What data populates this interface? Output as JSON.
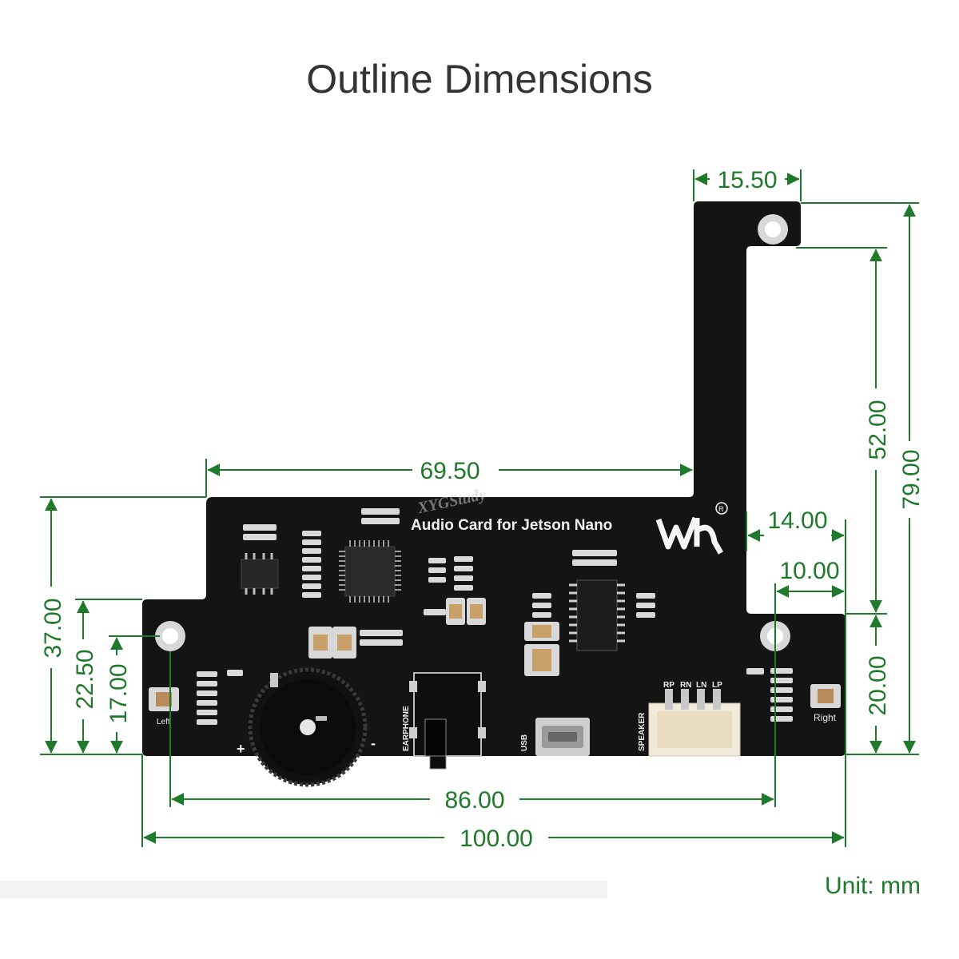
{
  "title": "Outline Dimensions",
  "unit_label": "Unit: mm",
  "colors": {
    "dimension": "#1e7a2a",
    "board": "#141414",
    "silkscreen": "#f0f0f0"
  },
  "board": {
    "name": "Audio Card for Jetson Nano",
    "watermark": "XYGStudy",
    "logo": "waveshare-logo",
    "labels": {
      "left_mic": "Left",
      "right_mic": "Right",
      "earphone": "EARPHONE",
      "usb": "USB",
      "speaker": "SPEAKER",
      "plus": "+",
      "minus": "-",
      "speaker_pins": [
        "RP",
        "RN",
        "LN",
        "LP"
      ]
    }
  },
  "dimensions": {
    "top_tab_width": "15.50",
    "left_top_offset": "69.50",
    "right_total_height": "79.00",
    "right_upper_height": "52.00",
    "right_lower_height": "20.00",
    "right_notch_width": "14.00",
    "right_hole_offset": "10.00",
    "left_total_height": "37.00",
    "left_lower_height": "22.50",
    "left_hole_height": "17.00",
    "hole_spacing": "86.00",
    "total_width": "100.00"
  }
}
